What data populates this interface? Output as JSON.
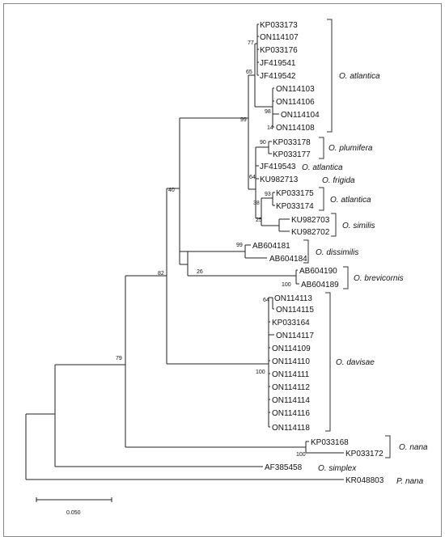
{
  "taxa": [
    "KP033173",
    "ON114107",
    "KP033176",
    "JF419541",
    "JF419542",
    "ON114103",
    "ON114106",
    "ON114104",
    "ON114108",
    "KP033178",
    "KP033177",
    "JF419543",
    "KU982713",
    "KP033175",
    "KP033174",
    "KU982703",
    "KU982702",
    "AB604181",
    "AB604184",
    "AB604190",
    "AB604189",
    "ON114113",
    "ON114115",
    "KP033164",
    "ON114117",
    "ON114109",
    "ON114110",
    "ON114111",
    "ON114112",
    "ON114114",
    "ON114116",
    "ON114118",
    "KP033168",
    "KP033172",
    "AF385458",
    "KR048803"
  ],
  "support": {
    "s77": "77",
    "s65": "65",
    "s98": "98",
    "s14": "14",
    "s99a": "99",
    "s90": "90",
    "s64a": "64",
    "s93": "93",
    "s38": "38",
    "s25": "25",
    "s40": "40",
    "s99b": "99",
    "s26": "26",
    "s100a": "100",
    "s82": "82",
    "s64b": "64",
    "s100b": "100",
    "s79": "79",
    "s100c": "100"
  },
  "clades": [
    "O. atlantica",
    "O. plumifera",
    "O. atlantica",
    "O. frigida",
    "O. atlantica",
    "O. similis",
    "O. dissimilis",
    "O. brevicornis",
    "O. davisae",
    "O. nana",
    "O. simplex",
    "P. nana"
  ],
  "scale_label": "0.050"
}
